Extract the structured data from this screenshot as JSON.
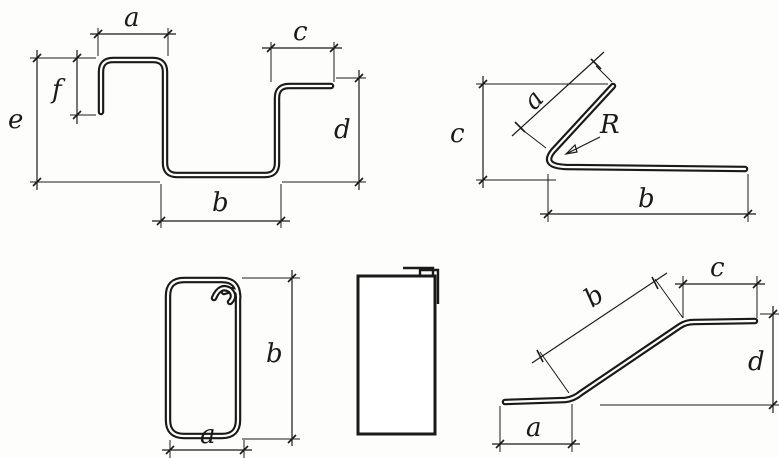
{
  "figures": {
    "u_bar": {
      "labels": {
        "a": "a",
        "b": "b",
        "c": "c",
        "d": "d",
        "e": "e",
        "f": "f"
      }
    },
    "l_bar": {
      "labels": {
        "a": "a",
        "b": "b",
        "c": "c",
        "r": "R"
      }
    },
    "stirrup": {
      "labels": {
        "a": "a",
        "b": "b"
      }
    },
    "bent_bar": {
      "labels": {
        "a": "a",
        "b": "b",
        "c": "c",
        "d": "d"
      }
    }
  },
  "colors": {
    "ink": "#1a1a1a",
    "paper": "#fdfdfb"
  }
}
